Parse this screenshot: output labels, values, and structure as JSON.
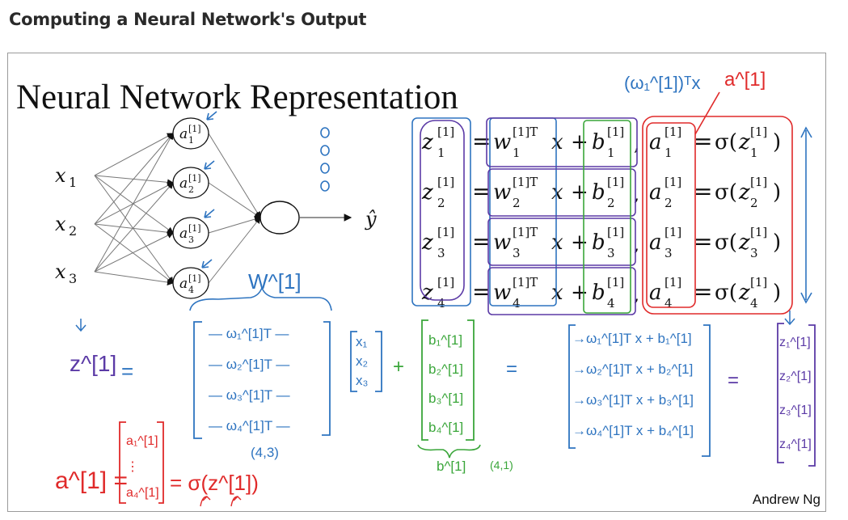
{
  "page": {
    "title": "Computing a Neural Network's Output"
  },
  "slide": {
    "heading": "Neural Network Representation",
    "credit": "Andrew Ng",
    "colors": {
      "blue": "#2e74c0",
      "purple": "#5b3aa6",
      "green": "#3aa63a",
      "red": "#e02a2a",
      "black": "#111111",
      "edge": "#777777"
    },
    "network": {
      "inputs": [
        "x",
        "x",
        "x"
      ],
      "input_subs": [
        "1",
        "2",
        "3"
      ],
      "hidden": [
        {
          "base": "a",
          "sup": "[1]",
          "sub": "1"
        },
        {
          "base": "a",
          "sup": "[1]",
          "sub": "2"
        },
        {
          "base": "a",
          "sup": "[1]",
          "sub": "3"
        },
        {
          "base": "a",
          "sup": "[1]",
          "sub": "4"
        }
      ],
      "output_label": "ŷ",
      "handwritten_circles_note": "oooo"
    },
    "annotations": {
      "top_blue": "(ω₁^[1])ᵀx",
      "top_red": "a^[1]",
      "w_label": "W^[1]",
      "w_shape": "(4,3)",
      "b_label": "b^[1]",
      "b_shape": "(4,1)"
    },
    "equations": [
      {
        "z": "z",
        "z_sub": "1",
        "w_sub": "1",
        "b_sub": "1",
        "a_sub": "1"
      },
      {
        "z": "z",
        "z_sub": "2",
        "w_sub": "2",
        "b_sub": "2",
        "a_sub": "2"
      },
      {
        "z": "z",
        "z_sub": "3",
        "w_sub": "3",
        "b_sub": "3",
        "a_sub": "3"
      },
      {
        "z": "z",
        "z_sub": "4",
        "w_sub": "4",
        "b_sub": "4",
        "a_sub": "4"
      }
    ],
    "eq_tokens": {
      "sup1": "[1]",
      "sup1T": "[1]T",
      "eq": "=",
      "x": "x",
      "plus": "+",
      "comma": ",",
      "sigma_open": "σ(",
      "close": ")"
    },
    "vectorized": {
      "z_lhs": "z^[1]",
      "equals": "=",
      "w_rows": [
        "— ω₁^[1]T —",
        "— ω₂^[1]T —",
        "— ω₃^[1]T —",
        "— ω₄^[1]T —"
      ],
      "x_vec": [
        "x₁",
        "x₂",
        "x₃"
      ],
      "plus": "+",
      "b_vec": [
        "b₁^[1]",
        "b₂^[1]",
        "b₃^[1]",
        "b₄^[1]"
      ],
      "result_rows": [
        "→ω₁^[1]T x + b₁^[1]",
        "→ω₂^[1]T x + b₂^[1]",
        "→ω₃^[1]T x + b₃^[1]",
        "→ω₄^[1]T x + b₄^[1]"
      ],
      "z_vec": [
        "z₁^[1]",
        "z₂^[1]",
        "z₃^[1]",
        "z₄^[1]"
      ],
      "a_lhs": "a^[1] =",
      "a_vec": [
        "a₁^[1]",
        "⋮",
        "a₄^[1]"
      ],
      "a_rhs": "= σ(z^[1])"
    }
  }
}
